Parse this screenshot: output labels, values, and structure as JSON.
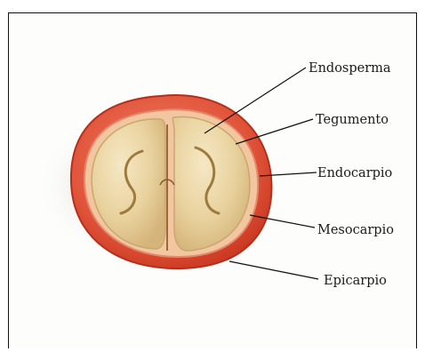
{
  "figure": {
    "labels": [
      {
        "id": "endosperma",
        "text": "Endosperma"
      },
      {
        "id": "tegumento",
        "text": "Tegumento"
      },
      {
        "id": "endocarpio",
        "text": "Endocarpio"
      },
      {
        "id": "mesocarpio",
        "text": "Mesocarpio"
      },
      {
        "id": "epicarpio",
        "text": "Epicarpio"
      }
    ],
    "colors": {
      "epicarp": "#d8462f",
      "mesocarp": "#e86a4e",
      "endosperm": "#e9d5a4",
      "seed_shadow": "#b89a5e",
      "line": "#111111"
    }
  }
}
